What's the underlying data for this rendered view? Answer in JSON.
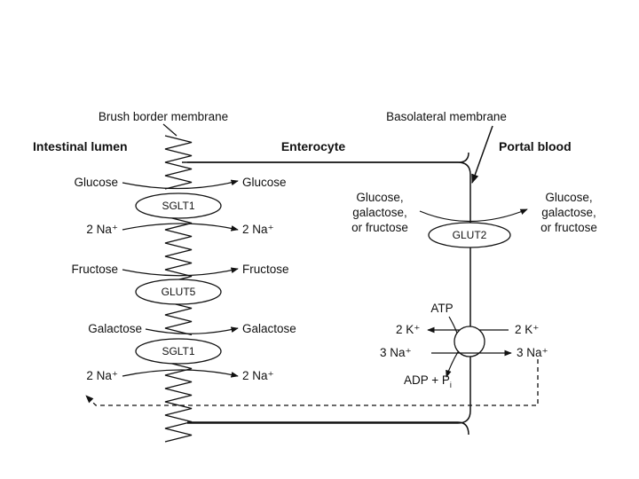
{
  "headers": {
    "brush_border": "Brush border membrane",
    "basolateral": "Basolateral membrane",
    "lumen": "Intestinal lumen",
    "enterocyte": "Enterocyte",
    "portal": "Portal blood"
  },
  "apical": {
    "glucose_in": "Glucose",
    "glucose_out": "Glucose",
    "sglt1_top": "SGLT1",
    "na_in_1": "2 Na⁺",
    "na_out_1": "2 Na⁺",
    "fructose_in": "Fructose",
    "fructose_out": "Fructose",
    "glut5": "GLUT5",
    "galactose_in": "Galactose",
    "galactose_out": "Galactose",
    "sglt1_bottom": "SGLT1",
    "na_in_2": "2 Na⁺",
    "na_out_2": "2 Na⁺"
  },
  "basolateral": {
    "left_lines": [
      "Glucose,",
      "galactose,",
      "or fructose"
    ],
    "right_lines": [
      "Glucose,",
      "galactose,",
      "or fructose"
    ],
    "glut2": "GLUT2",
    "atp": "ATP",
    "k_left": "2 K⁺",
    "k_right": "2 K⁺",
    "na_left": "3 Na⁺",
    "na_right": "3 Na⁺",
    "adp": "ADP + P",
    "adp_sub": "i"
  }
}
